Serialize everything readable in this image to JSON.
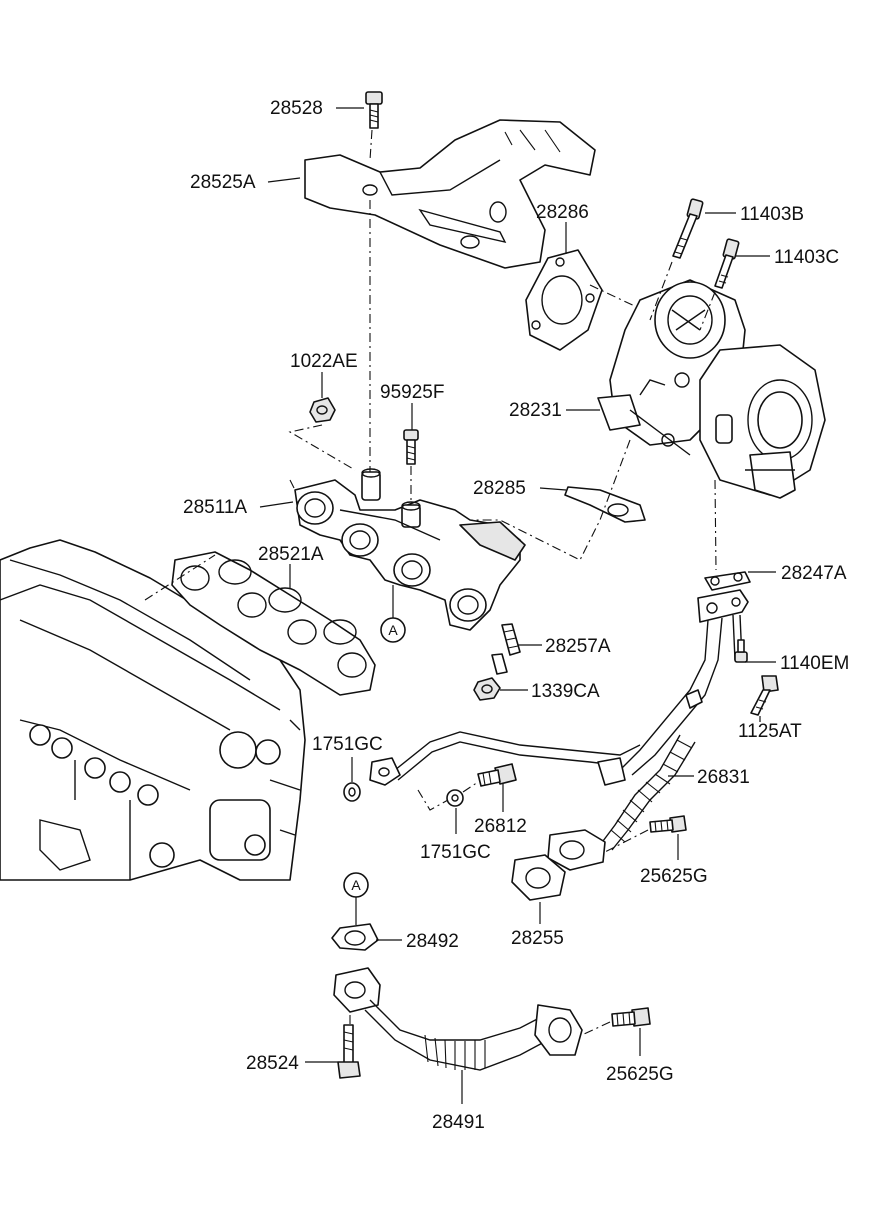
{
  "callouts": {
    "p28528": "28528",
    "p28525A": "28525A",
    "p28286": "28286",
    "p11403B": "11403B",
    "p11403C": "11403C",
    "p1022AE": "1022AE",
    "p95925F": "95925F",
    "p28231": "28231",
    "p28285": "28285",
    "p28511A": "28511A",
    "p28521A": "28521A",
    "p28247A": "28247A",
    "p28257A": "28257A",
    "p1140EM": "1140EM",
    "p1339CA": "1339CA",
    "p1125AT": "1125AT",
    "p1751GC_top": "1751GC",
    "p26831": "26831",
    "p26812": "26812",
    "p1751GC_bottom": "1751GC",
    "p25625G_top": "25625G",
    "p28255": "28255",
    "p28492": "28492",
    "p28524": "28524",
    "p25625G_bottom": "25625G",
    "p28491": "28491"
  },
  "reference_markers": {
    "a_manifold": "A",
    "a_pipe": "A"
  }
}
